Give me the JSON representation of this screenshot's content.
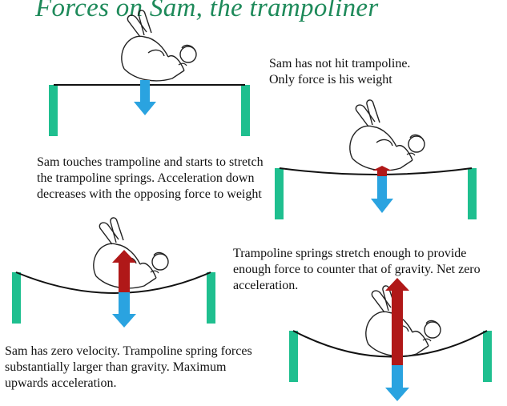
{
  "title": "Forces on Sam, the trampoliner",
  "captions": {
    "stage1": "Sam has not hit trampoline. Only force is his weight",
    "stage2": "Sam touches trampoline and starts to stretch the trampoline springs. Acceleration down decreases with the opposing force to weight",
    "stage3": "Trampoline springs stretch enough to provide enough force to counter that of gravity. Net zero acceleration.",
    "stage4": "Sam has zero velocity. Trampoline spring forces substantially larger than gravity. Maximum upwards acceleration."
  },
  "colors": {
    "title": "#1e8a5a",
    "post": "#1fbf8f",
    "weight_arrow": "#2aa3e0",
    "spring_arrow": "#b01818"
  }
}
